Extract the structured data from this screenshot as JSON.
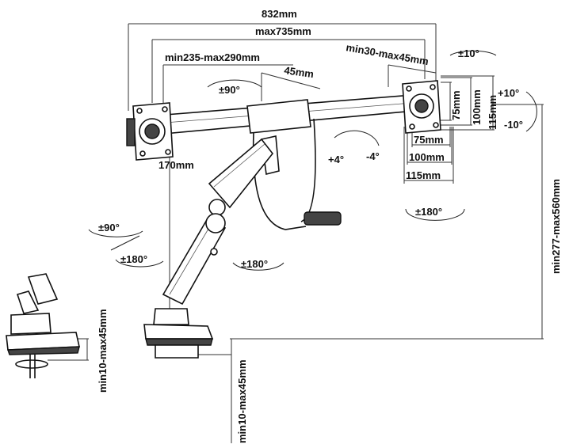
{
  "dimensions": {
    "overall_width": "832mm",
    "arm_span": "max735mm",
    "vesa_offset": "min235-max290mm",
    "inner_offset": "45mm",
    "tilt_offset": "min30-max45mm",
    "rotation_top": "±10°",
    "swivel_head": "±90°",
    "vesa_75": "75mm",
    "vesa_100": "100mm",
    "vesa_115": "115mm",
    "tilt_up": "+10°",
    "tilt_down": "-10°",
    "tilt_small_up": "+4°",
    "tilt_small_down": "-4°",
    "vesa_75_h": "75mm",
    "vesa_100_h": "100mm",
    "vesa_115_h": "115mm",
    "rotate_180_right": "±180°",
    "height_range": "min277-max560mm",
    "pole_offset": "170mm",
    "swivel_90_left": "±90°",
    "swivel_180_left": "±180°",
    "swivel_180_center": "±180°",
    "clamp_range_left": "min10-max45mm",
    "clamp_range_right": "min10-max45mm"
  }
}
